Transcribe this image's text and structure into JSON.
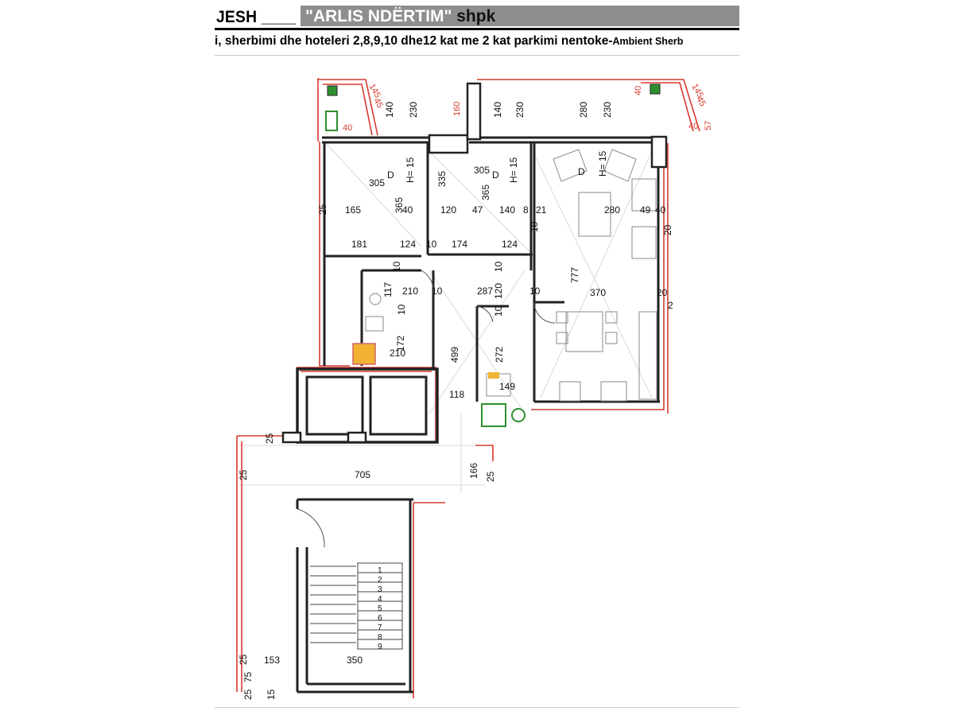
{
  "header": {
    "title_left": "JESH ____",
    "company": "\"ARLIS NDËRTIM\"",
    "company_suffix": " shpk",
    "subtitle_main": "i, sherbimi dhe hoteleri 2,8,9,10 dhe12 kat me 2 kat parkimi nentoke-",
    "subtitle_tail": "Ambient Sherb"
  },
  "plan": {
    "wall_color": "#222222",
    "accent_color": "#d63a2f",
    "dimensions_top": [
      "140",
      "230",
      "160",
      "140",
      "230",
      "280",
      "230"
    ],
    "dimensions_red": [
      "145",
      "45",
      "40",
      "145",
      "40",
      "45",
      "40",
      "57"
    ],
    "room_labels": {
      "r1_depth": "D",
      "r1_height": "H= 15",
      "r2_depth": "D",
      "r2_height": "H= 15",
      "r3_depth": "D",
      "r3_height": "H= 15"
    },
    "dims": {
      "d305a": "305",
      "d365a": "365",
      "d305b": "305",
      "d365b": "365",
      "d335": "335",
      "d25a": "25",
      "d165": "165",
      "d40a": "40",
      "d120a": "120",
      "d47": "47",
      "d140a": "140",
      "d8": "8",
      "d21": "21",
      "d280": "280",
      "d49": "49",
      "d40b": "40",
      "d181": "181",
      "d124a": "124",
      "d10a": "10",
      "d174": "174",
      "d124b": "124",
      "d10b": "10",
      "d20a": "20",
      "d10c": "10",
      "d10d": "10",
      "d777": "777",
      "d117": "117",
      "d210a": "210",
      "d10e": "10",
      "d287": "287",
      "d120b": "120",
      "d10f": "10",
      "d370": "370",
      "d20b": "20",
      "d2": "2",
      "d10g": "10",
      "d10h": "10",
      "d172": "172",
      "d210b": "210",
      "d499": "499",
      "d272": "272",
      "d118": "118",
      "d149": "149",
      "d25b": "25",
      "d25c": "25",
      "d705": "705",
      "d166": "166",
      "d25d": "25",
      "d153": "153",
      "d350": "350",
      "d25e": "25",
      "d75": "75",
      "d25f": "25",
      "d15": "15"
    },
    "stair_steps": [
      "1",
      "2",
      "3",
      "4",
      "5",
      "6",
      "7",
      "8",
      "9"
    ]
  }
}
